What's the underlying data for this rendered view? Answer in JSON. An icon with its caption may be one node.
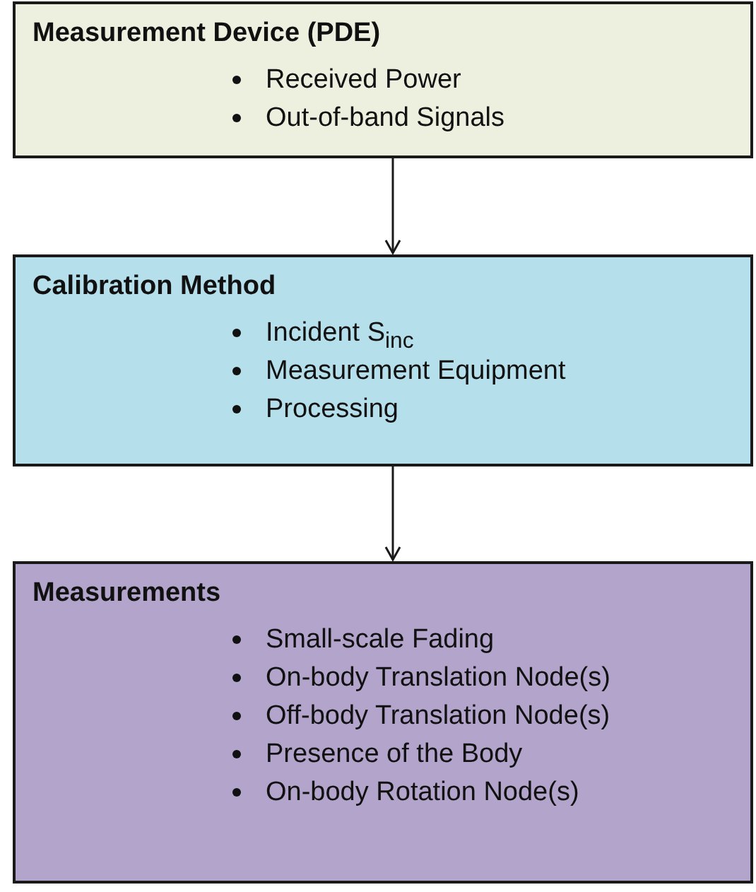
{
  "diagram": {
    "nodes": [
      {
        "text": [
          "Measurement Device (PDE)",
          "Received Power",
          "Out-of-band Signals"
        ]
      },
      {
        "text": [
          "Calibration Method",
          "Incident S$_{inc}$",
          "Measurement Equipment",
          "Processing"
        ]
      },
      {
        "text": [
          "Measurements",
          "Small-scale Fading",
          "On-body Translation Node(s)",
          "Off-body Translation Node(s)",
          "Presence of the Body",
          "On-body Rotation Node(s)"
        ]
      }
    ],
    "edges": [
      {
        "from": 0,
        "to": 1,
        "arrow": "to"
      },
      {
        "from": 1,
        "to": 2,
        "arrow": "to"
      }
    ]
  }
}
